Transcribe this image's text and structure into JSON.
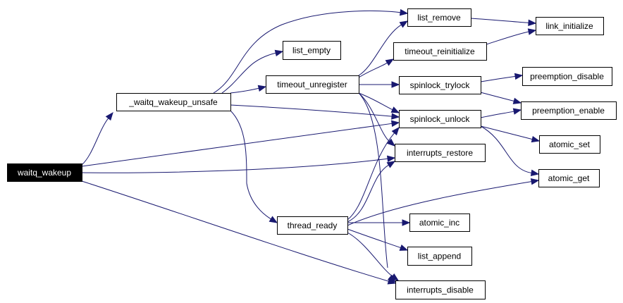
{
  "diagram": {
    "type": "call-graph",
    "colors": {
      "edge": "#191970",
      "node_border": "#000000",
      "node_fill": "#ffffff",
      "root_fill": "#000000",
      "root_text": "#ffffff"
    },
    "root": "waitq_wakeup",
    "nodes": [
      {
        "id": "waitq_wakeup",
        "label": "waitq_wakeup",
        "root": true
      },
      {
        "id": "_waitq_wakeup_unsafe",
        "label": "_waitq_wakeup_unsafe"
      },
      {
        "id": "list_empty",
        "label": "list_empty"
      },
      {
        "id": "timeout_unregister",
        "label": "timeout_unregister"
      },
      {
        "id": "thread_ready",
        "label": "thread_ready"
      },
      {
        "id": "list_remove",
        "label": "list_remove"
      },
      {
        "id": "timeout_reinitialize",
        "label": "timeout_reinitialize"
      },
      {
        "id": "spinlock_trylock",
        "label": "spinlock_trylock"
      },
      {
        "id": "spinlock_unlock",
        "label": "spinlock_unlock"
      },
      {
        "id": "interrupts_restore",
        "label": "interrupts_restore"
      },
      {
        "id": "atomic_inc",
        "label": "atomic_inc"
      },
      {
        "id": "list_append",
        "label": "list_append"
      },
      {
        "id": "interrupts_disable",
        "label": "interrupts_disable"
      },
      {
        "id": "link_initialize",
        "label": "link_initialize"
      },
      {
        "id": "preemption_disable",
        "label": "preemption_disable"
      },
      {
        "id": "preemption_enable",
        "label": "preemption_enable"
      },
      {
        "id": "atomic_set",
        "label": "atomic_set"
      },
      {
        "id": "atomic_get",
        "label": "atomic_get"
      }
    ],
    "edges": [
      {
        "from": "waitq_wakeup",
        "to": "_waitq_wakeup_unsafe"
      },
      {
        "from": "waitq_wakeup",
        "to": "spinlock_unlock"
      },
      {
        "from": "waitq_wakeup",
        "to": "interrupts_restore"
      },
      {
        "from": "waitq_wakeup",
        "to": "interrupts_disable"
      },
      {
        "from": "_waitq_wakeup_unsafe",
        "to": "list_remove"
      },
      {
        "from": "_waitq_wakeup_unsafe",
        "to": "list_empty"
      },
      {
        "from": "_waitq_wakeup_unsafe",
        "to": "timeout_unregister"
      },
      {
        "from": "_waitq_wakeup_unsafe",
        "to": "spinlock_unlock"
      },
      {
        "from": "_waitq_wakeup_unsafe",
        "to": "thread_ready"
      },
      {
        "from": "timeout_unregister",
        "to": "list_remove"
      },
      {
        "from": "timeout_unregister",
        "to": "timeout_reinitialize"
      },
      {
        "from": "timeout_unregister",
        "to": "spinlock_trylock"
      },
      {
        "from": "timeout_unregister",
        "to": "spinlock_unlock"
      },
      {
        "from": "timeout_unregister",
        "to": "interrupts_restore"
      },
      {
        "from": "timeout_unregister",
        "to": "interrupts_disable"
      },
      {
        "from": "thread_ready",
        "to": "spinlock_unlock"
      },
      {
        "from": "thread_ready",
        "to": "interrupts_restore"
      },
      {
        "from": "thread_ready",
        "to": "atomic_get"
      },
      {
        "from": "thread_ready",
        "to": "atomic_inc"
      },
      {
        "from": "thread_ready",
        "to": "list_append"
      },
      {
        "from": "thread_ready",
        "to": "interrupts_disable"
      },
      {
        "from": "list_remove",
        "to": "link_initialize"
      },
      {
        "from": "timeout_reinitialize",
        "to": "link_initialize"
      },
      {
        "from": "spinlock_trylock",
        "to": "preemption_disable"
      },
      {
        "from": "spinlock_trylock",
        "to": "preemption_enable"
      },
      {
        "from": "spinlock_unlock",
        "to": "preemption_enable"
      },
      {
        "from": "spinlock_unlock",
        "to": "atomic_set"
      },
      {
        "from": "spinlock_unlock",
        "to": "atomic_get"
      }
    ]
  }
}
